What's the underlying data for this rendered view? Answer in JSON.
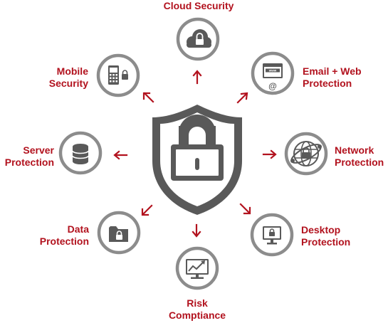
{
  "colors": {
    "label": "#b2121e",
    "arrow": "#b2121e",
    "ring": "#8c8c8c",
    "icon": "#595959",
    "shield": "#595959"
  },
  "center": {
    "icon": "shield-padlock-icon"
  },
  "nodes": [
    {
      "key": "cloud",
      "icon": "cloud-lock-icon",
      "label": [
        "Cloud Security"
      ]
    },
    {
      "key": "email",
      "icon": "email-web-icon",
      "label": [
        "Email + Web",
        "Protection"
      ]
    },
    {
      "key": "network",
      "icon": "network-globe-icon",
      "label": [
        "Network",
        "Protection"
      ]
    },
    {
      "key": "desktop",
      "icon": "desktop-lock-icon",
      "label": [
        "Desktop",
        "Protection"
      ]
    },
    {
      "key": "risk",
      "icon": "risk-chart-icon",
      "label": [
        "Risk",
        "Comptiance"
      ]
    },
    {
      "key": "data",
      "icon": "folder-lock-icon",
      "label": [
        "Data",
        "Protection"
      ]
    },
    {
      "key": "server",
      "icon": "database-icon",
      "label": [
        "Server",
        "Protection"
      ]
    },
    {
      "key": "mobile",
      "icon": "mobile-lock-icon",
      "label": [
        "Mobile",
        "Security"
      ]
    }
  ]
}
